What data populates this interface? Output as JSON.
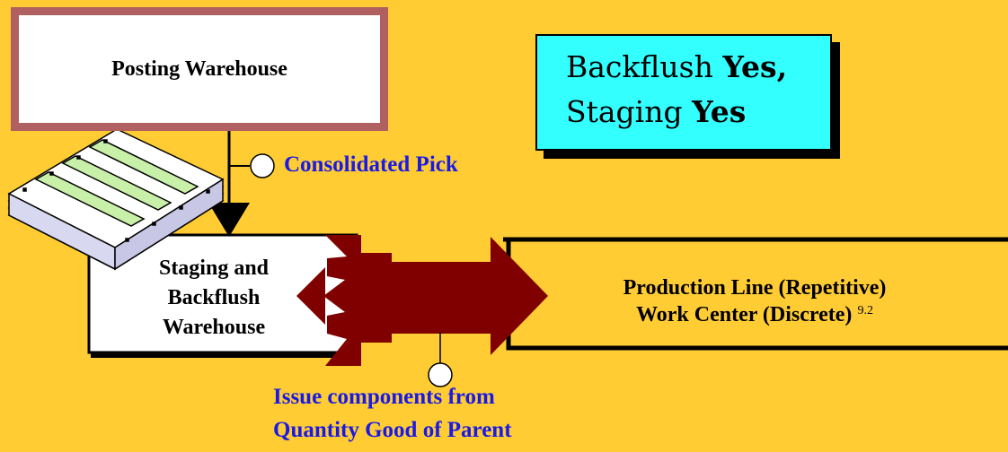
{
  "posting_warehouse": {
    "label": "Posting Warehouse"
  },
  "settings_badge": {
    "backflush_word": "Backflush",
    "backflush_value": "Yes,",
    "staging_word": "Staging",
    "staging_value": "Yes"
  },
  "consolidated_pick": {
    "label": "Consolidated Pick"
  },
  "staging_warehouse": {
    "line1": "Staging and",
    "line2": "Backflush",
    "line3": "Warehouse"
  },
  "production": {
    "line1": "Production Line (Repetitive)",
    "line2": "Work Center (Discrete)",
    "ref": "9.2"
  },
  "issue_components": {
    "line1": "Issue components from",
    "line2": "Quantity Good of Parent"
  },
  "icons": [
    "stacked-paper-icon",
    "callout-circle-icon"
  ],
  "colors": {
    "background": "#FFCC33",
    "badge": "#33FFFF",
    "posting_border": "#B06060",
    "arrow": "#800000",
    "label_text": "#1A1AE6"
  }
}
